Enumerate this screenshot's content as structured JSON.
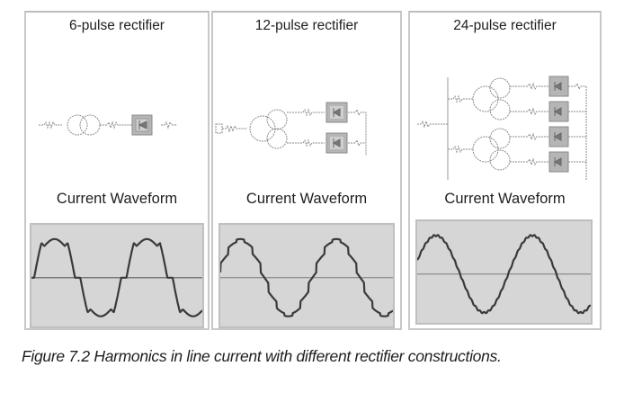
{
  "panels": [
    {
      "title": "6-pulse rectifier",
      "subtitle": "Current Waveform",
      "pulses": 6
    },
    {
      "title": "12-pulse rectifier",
      "subtitle": "Current Waveform",
      "pulses": 12
    },
    {
      "title": "24-pulse rectifier",
      "subtitle": "Current Waveform",
      "pulses": 24
    }
  ],
  "caption": "Figure 7.2 Harmonics in line current with different rectifier constructions.",
  "colors": {
    "wave_bg": "#d6d6d6",
    "trace": "#3a3a3a",
    "axis": "#7a7a7a",
    "schematic": "#8a8a8a",
    "rectifier_box": "#b5b5b5"
  }
}
